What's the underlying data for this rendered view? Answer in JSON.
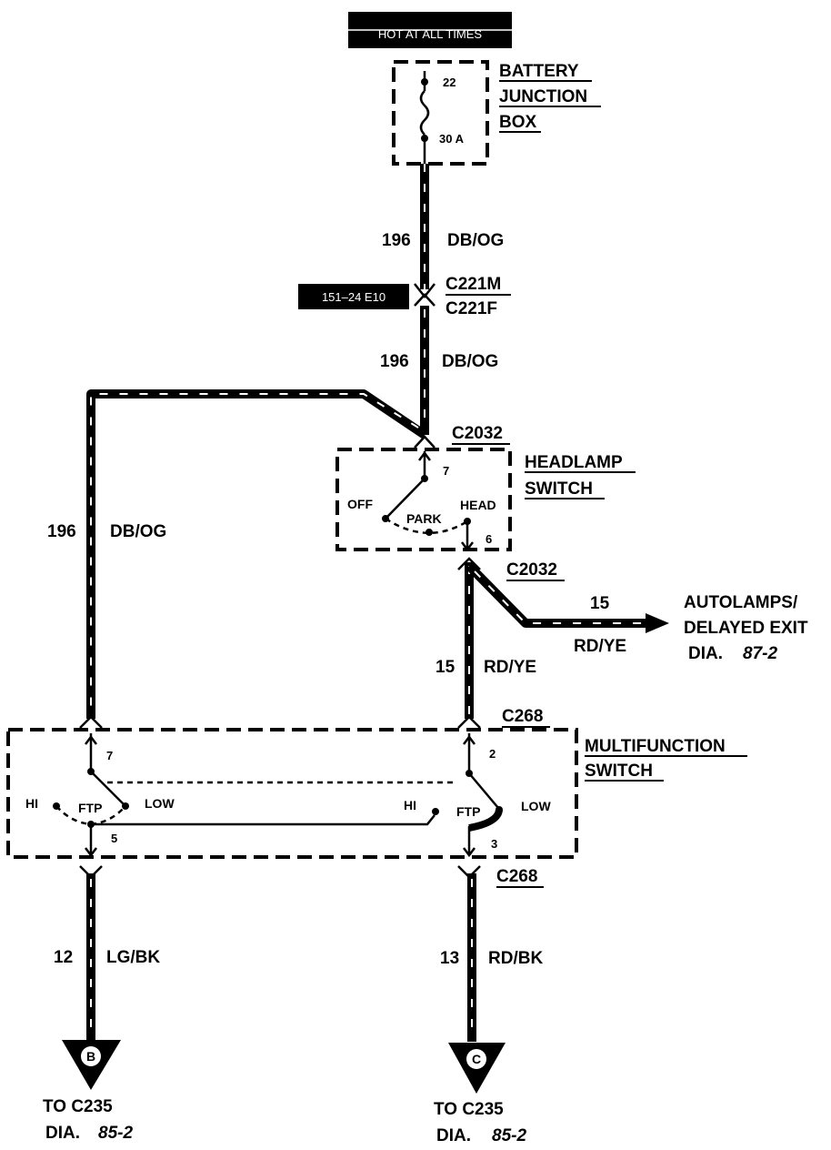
{
  "header_tag": "HOT AT ALL TIMES",
  "battery_junction_box": {
    "line1": "BATTERY",
    "line2": "JUNCTION",
    "line3": "BOX",
    "fuse_number": "22",
    "fuse_rating": "30 A"
  },
  "wire_196": {
    "circuit": "196",
    "color": "DB/OG"
  },
  "connector_c221": {
    "male": "C221M",
    "female": "C221F",
    "location_tag": "151–24 E10"
  },
  "headlamp_switch": {
    "line1": "HEADLAMP",
    "line2": "SWITCH",
    "connector": "C2032",
    "pin_in": "7",
    "pin_out": "6",
    "pos_off": "OFF",
    "pos_park": "PARK",
    "pos_head": "HEAD"
  },
  "connector_c2032_out": "C2032",
  "autolamps": {
    "circuit": "15",
    "color": "RD/YE",
    "line1": "AUTOLAMPS/",
    "line2": "DELAYED EXIT",
    "dia_label": "DIA.",
    "dia_num": "87-2"
  },
  "wire_15": {
    "circuit": "15",
    "color": "RD/YE"
  },
  "multifunction_switch": {
    "line1": "MULTIFUNCTION",
    "line2": "SWITCH",
    "connector_top": "C268",
    "connector_bottom": "C268",
    "left": {
      "pin_in": "7",
      "pin_out": "5",
      "hi": "HI",
      "ftp": "FTP",
      "low": "LOW"
    },
    "right": {
      "pin_in": "2",
      "pin_out": "3",
      "hi": "HI",
      "ftp": "FTP",
      "low": "LOW"
    }
  },
  "wire_12": {
    "circuit": "12",
    "color": "LG/BK"
  },
  "wire_13": {
    "circuit": "13",
    "color": "RD/BK"
  },
  "ref_b": {
    "letter": "B",
    "line1": "TO C235",
    "dia_label": "DIA.",
    "dia_num": "85-2"
  },
  "ref_c": {
    "letter": "C",
    "line1": "TO C235",
    "dia_label": "DIA.",
    "dia_num": "85-2"
  }
}
